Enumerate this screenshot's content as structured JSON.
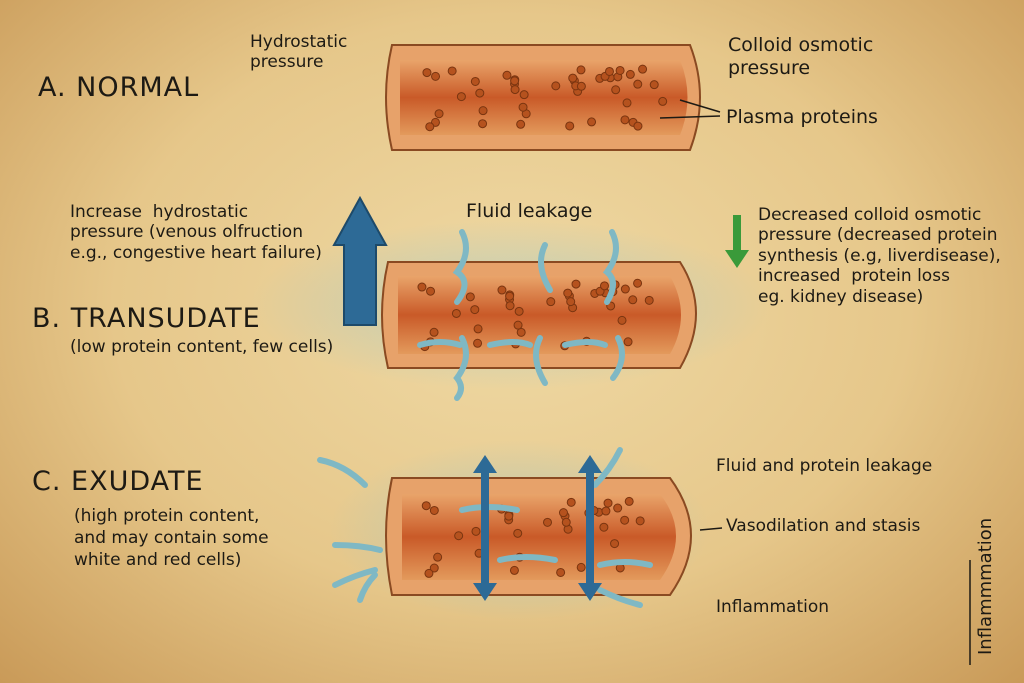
{
  "sections": {
    "a": {
      "title": "A.  NORMAL",
      "left_label": "Hydrostatic\npressure",
      "right_label_1": "Colloid osmotic\npressure",
      "right_label_2": "Plasma proteins"
    },
    "b": {
      "title": "B. TRANSUDATE",
      "subtitle": "(low protein content, few cells)",
      "left_label": "Increase  hydrostatic\npressure (venous olfruction\ne.g., congestive heart failure)",
      "top_label": "Fluid leakage",
      "right_label": "Decreased colloid osmotic\npressure (decreased protein\nsynthesis (e.g, liverdisease),\nincreased  protein loss\neg. kidney disease)"
    },
    "c": {
      "title": "C.  EXUDATE",
      "subtitle": "(high protein content,\nand may contain some\nwhite and red cells)",
      "label_1": "Fluid and protein leakage",
      "label_2": "Vasodilation and stasis",
      "label_3": "Inflammation",
      "vertical_label": "Inflammmation"
    }
  },
  "colors": {
    "vessel": "#d9773d",
    "lumen": "#c65a2a",
    "fluid": "#7fb8c4",
    "up_arrow": "#2d6a96",
    "down_arrow": "#3a9a3a"
  }
}
